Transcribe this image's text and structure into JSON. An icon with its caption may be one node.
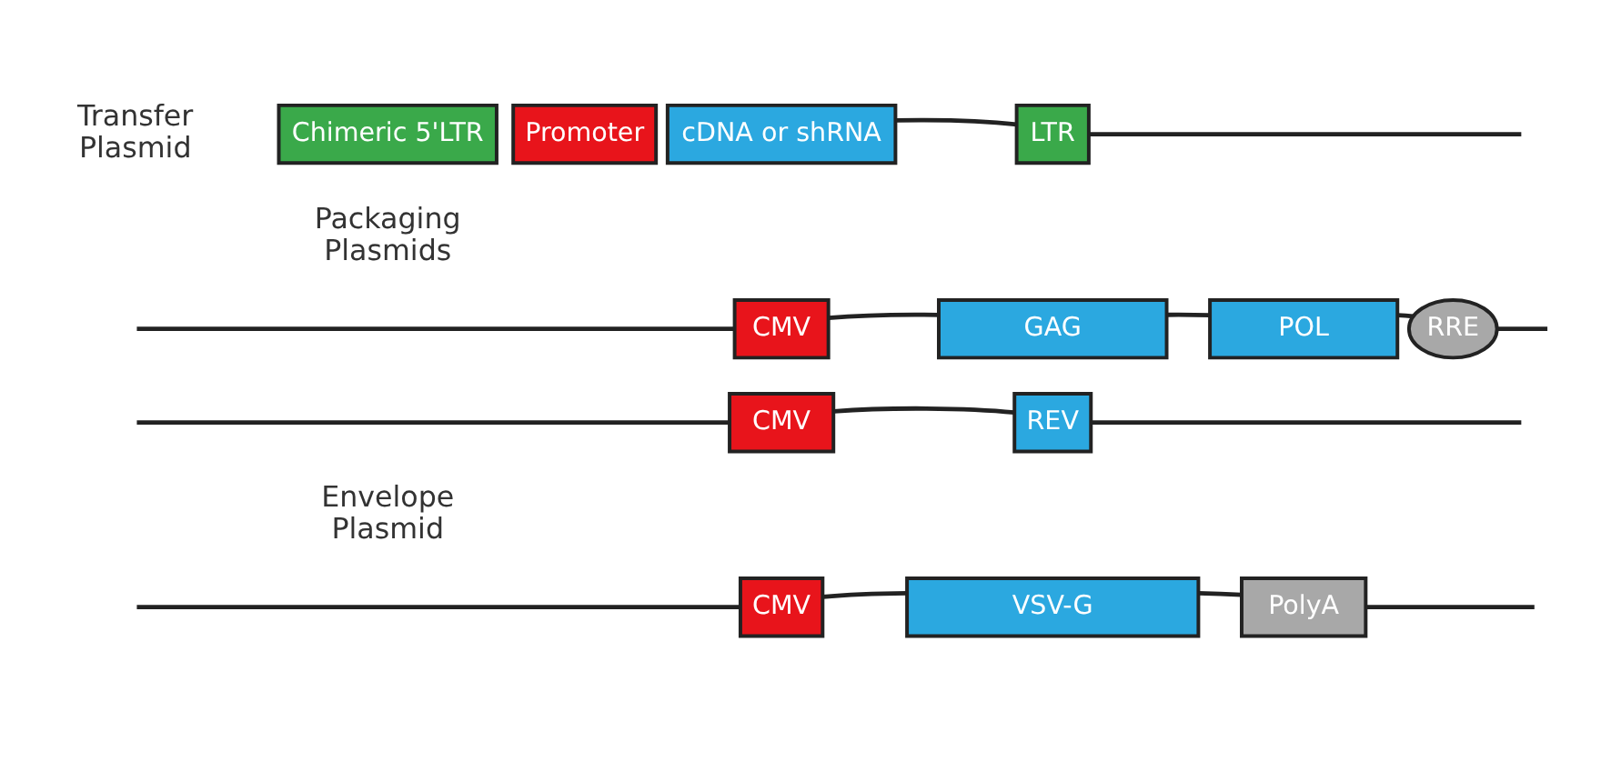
{
  "diagram": {
    "nodes": [
      {
        "text": [
          "Chimeric 5'LTR"
        ]
      },
      {
        "text": [
          "Promoter"
        ]
      },
      {
        "text": [
          "cDNA or shRNA"
        ]
      },
      {
        "text": [
          "LTR"
        ]
      },
      {
        "text": [
          "CMV"
        ]
      },
      {
        "text": [
          "GAG"
        ]
      },
      {
        "text": [
          "POL"
        ]
      },
      {
        "text": [
          "RRE"
        ]
      },
      {
        "text": [
          "CMV"
        ]
      },
      {
        "text": [
          "REV"
        ]
      },
      {
        "text": [
          "CMV"
        ]
      },
      {
        "text": [
          "VSV-G"
        ]
      },
      {
        "text": [
          "PolyA"
        ]
      }
    ],
    "edges": [
      {
        "from": 2,
        "to": 3,
        "arrow": "none"
      },
      {
        "from": 3,
        "to": null,
        "arrow": "none"
      },
      {
        "from": null,
        "to": 4,
        "arrow": "none"
      },
      {
        "from": 4,
        "to": 5,
        "arrow": "none"
      },
      {
        "from": 5,
        "to": 6,
        "arrow": "none"
      },
      {
        "from": 6,
        "to": 7,
        "arrow": "none"
      },
      {
        "from": 7,
        "to": null,
        "arrow": "none"
      },
      {
        "from": null,
        "to": 8,
        "arrow": "none"
      },
      {
        "from": 8,
        "to": 9,
        "arrow": "none"
      },
      {
        "from": 9,
        "to": null,
        "arrow": "none"
      },
      {
        "from": null,
        "to": 10,
        "arrow": "none"
      },
      {
        "from": 10,
        "to": 11,
        "arrow": "none"
      },
      {
        "from": 11,
        "to": 12,
        "arrow": "none"
      },
      {
        "from": 12,
        "to": null,
        "arrow": "none"
      }
    ],
    "labels": [
      "Transfer Plasmid",
      "Packaging Plasmids",
      "Envelope Plasmid"
    ]
  }
}
